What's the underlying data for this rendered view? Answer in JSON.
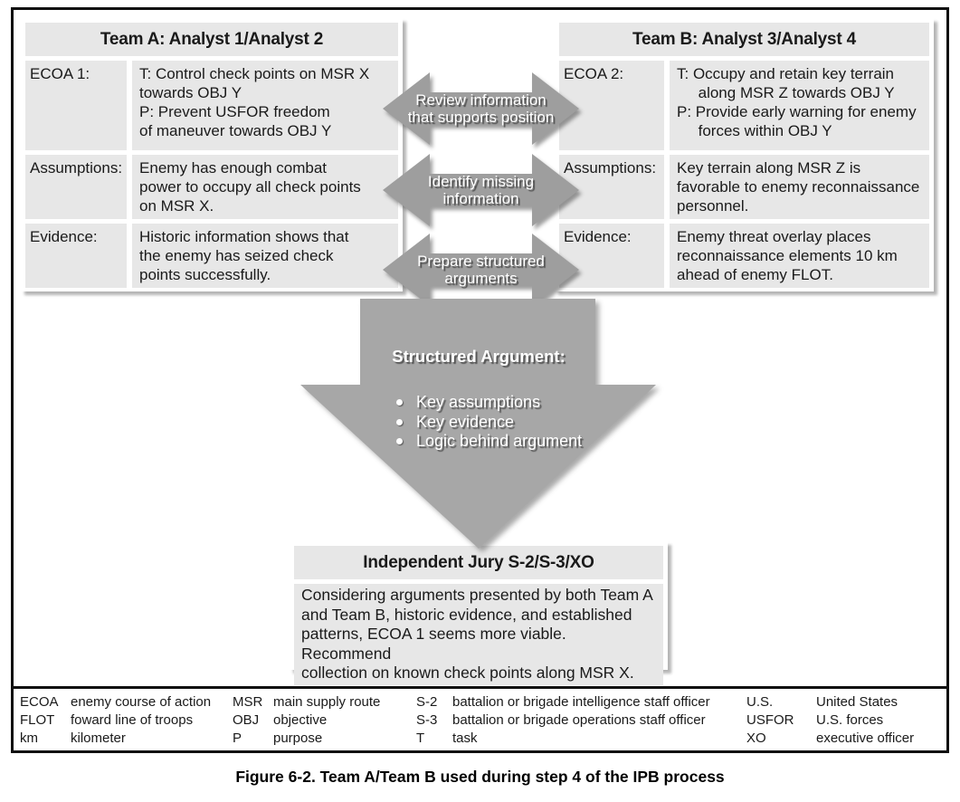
{
  "figure": {
    "caption": "Figure 6-2. Team A/Team B used during step 4 of the IPB process"
  },
  "teams": {
    "team_a": {
      "title": "Team A: Analyst 1/Analyst 2",
      "rows": [
        {
          "label": "ECOA 1:",
          "content": "T: Control check points on MSR X\ntowards OBJ Y\nP: Prevent USFOR freedom\nof maneuver towards OBJ Y"
        },
        {
          "label": "Assumptions:",
          "content": "Enemy has enough combat\npower to occupy all check points\non MSR X."
        },
        {
          "label": "Evidence:",
          "content": "Historic information shows that\nthe enemy has seized check\npoints successfully."
        }
      ]
    },
    "team_b": {
      "title": "Team B: Analyst 3/Analyst 4",
      "rows": [
        {
          "label": "ECOA 2:",
          "content": "T: Occupy and retain key terrain\n     along MSR Z towards OBJ Y\nP: Provide early warning for enemy\n     forces within OBJ Y"
        },
        {
          "label": "Assumptions:",
          "content": "Key terrain along MSR Z is\nfavorable to enemy reconnaissance\npersonnel."
        },
        {
          "label": "Evidence:",
          "content": "Enemy threat overlay places\nreconnaissance elements 10 km\nahead of enemy FLOT."
        }
      ]
    }
  },
  "process_arrows": [
    {
      "icon": "double-headed-arrow-icon",
      "text": "Review information\nthat supports position"
    },
    {
      "icon": "double-headed-arrow-icon",
      "text": "Identify missing\ninformation"
    },
    {
      "icon": "double-headed-arrow-icon",
      "text": "Prepare structured\narguments"
    }
  ],
  "structured_argument": {
    "icon": "down-arrow-icon",
    "title": "Structured Argument:",
    "bullets": [
      "Key assumptions",
      "Key evidence",
      "Logic behind argument"
    ]
  },
  "jury": {
    "title": "Independent Jury S-2/S-3/XO",
    "body": "Considering arguments presented by both Team A\nand Team B, historic evidence, and established\npatterns, ECOA 1 seems more viable. Recommend\ncollection on known check points along MSR X."
  },
  "legend": {
    "groups": [
      {
        "entries": [
          {
            "abbr": "ECOA",
            "def": "enemy course of action"
          },
          {
            "abbr": "FLOT",
            "def": "foward line of troops"
          },
          {
            "abbr": "km",
            "def": "kilometer"
          }
        ]
      },
      {
        "entries": [
          {
            "abbr": "MSR",
            "def": "main supply route"
          },
          {
            "abbr": "OBJ",
            "def": "objective"
          },
          {
            "abbr": "P",
            "def": "purpose"
          }
        ]
      },
      {
        "entries": [
          {
            "abbr": "S-2",
            "def": "battalion or brigade intelligence staff officer"
          },
          {
            "abbr": "S-3",
            "def": "battalion or brigade operations staff officer"
          },
          {
            "abbr": "T",
            "def": "task"
          }
        ]
      },
      {
        "entries": [
          {
            "abbr": "U.S.",
            "def": "United States"
          },
          {
            "abbr": "USFOR",
            "def": "U.S. forces"
          },
          {
            "abbr": "XO",
            "def": "executive officer"
          }
        ]
      }
    ]
  },
  "colors": {
    "frame_black": "#101010",
    "cell_gray": "#e7e7e7",
    "exchange_arrow_gray": "#9e9e9e",
    "down_arrow_gray": "#a7a7a7",
    "arrow_text_white": "#ffffff",
    "text_black": "#1a1a1a"
  }
}
